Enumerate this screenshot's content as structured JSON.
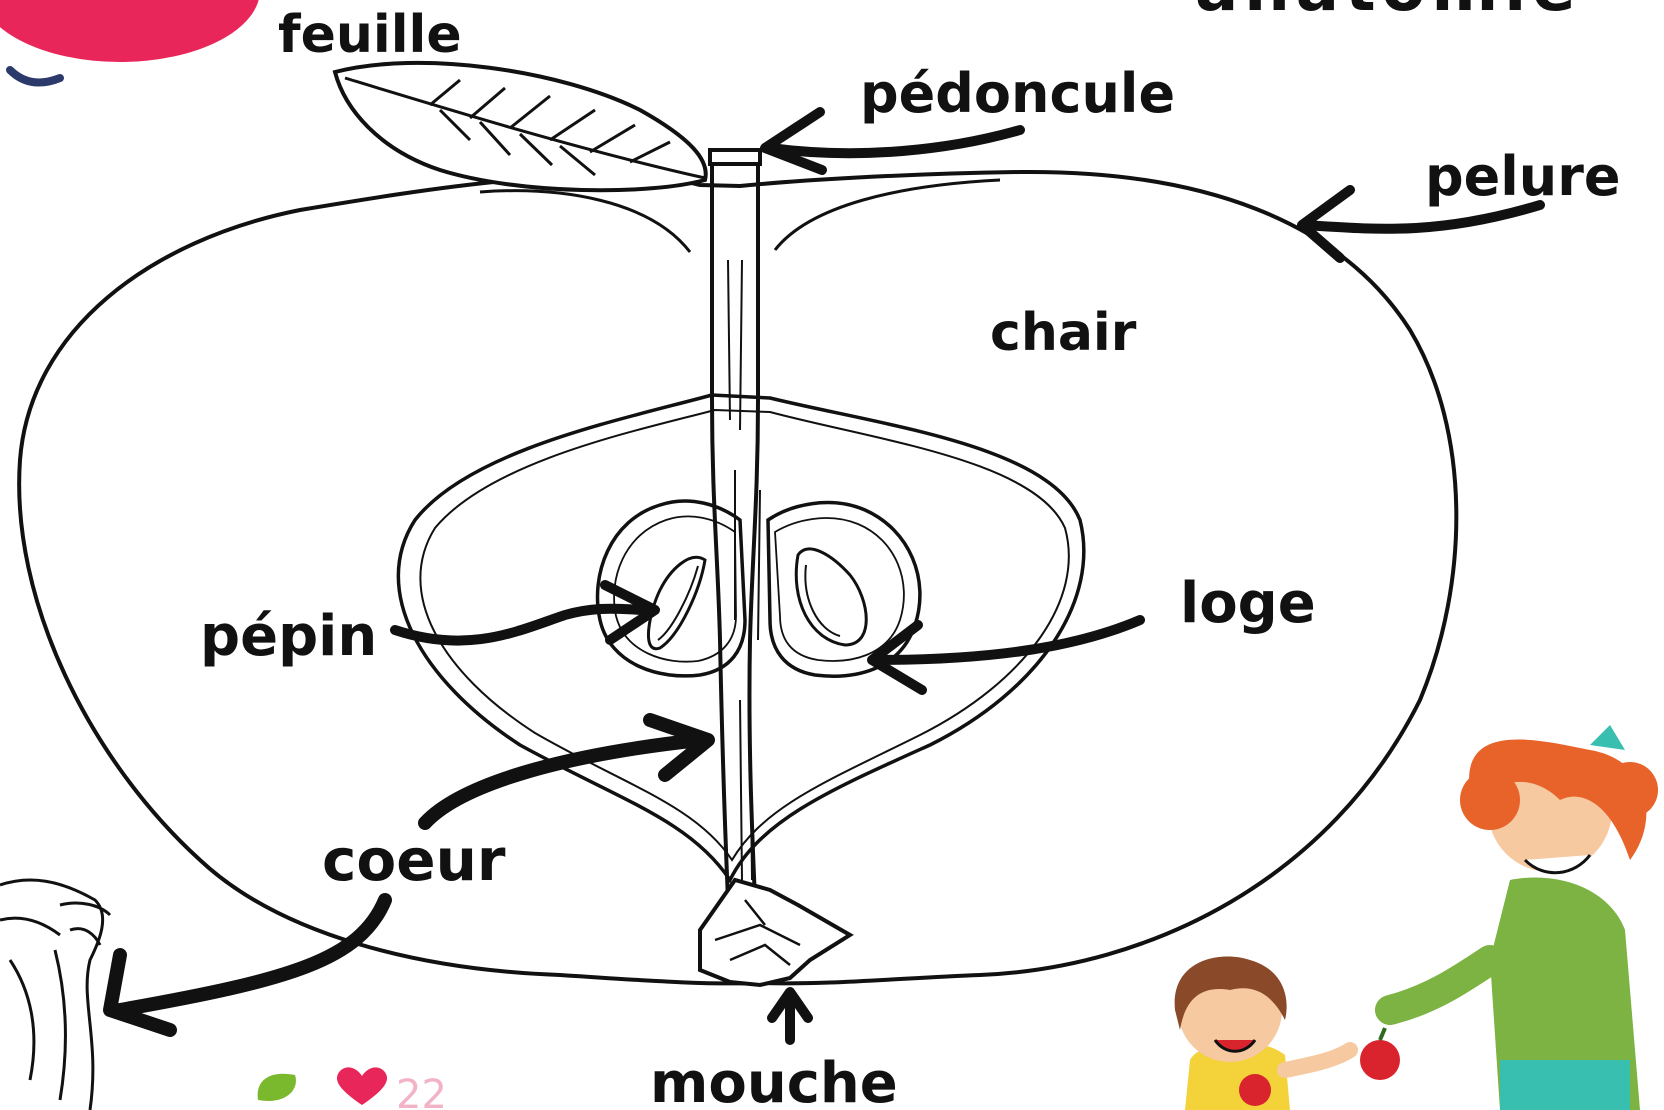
{
  "header": {
    "partial_title": "anatomie"
  },
  "labels": {
    "feuille": "feuille",
    "pedoncule": "pédoncule",
    "pelure": "pelure",
    "chair": "chair",
    "pepin": "pépin",
    "loge": "loge",
    "coeur": "coeur",
    "mouche": "mouche"
  },
  "footer": {
    "like_count": "22"
  },
  "colors": {
    "ink": "#111111",
    "pink_blob": "#e8265a",
    "leaf_green": "#7ab82e",
    "heart_pink": "#e8265a",
    "girl_shirt": "#f4d23a",
    "woman_shirt": "#7cb342",
    "woman_pants": "#39bfb0",
    "hair_orange": "#e8632a",
    "apple_red": "#d9232d"
  }
}
